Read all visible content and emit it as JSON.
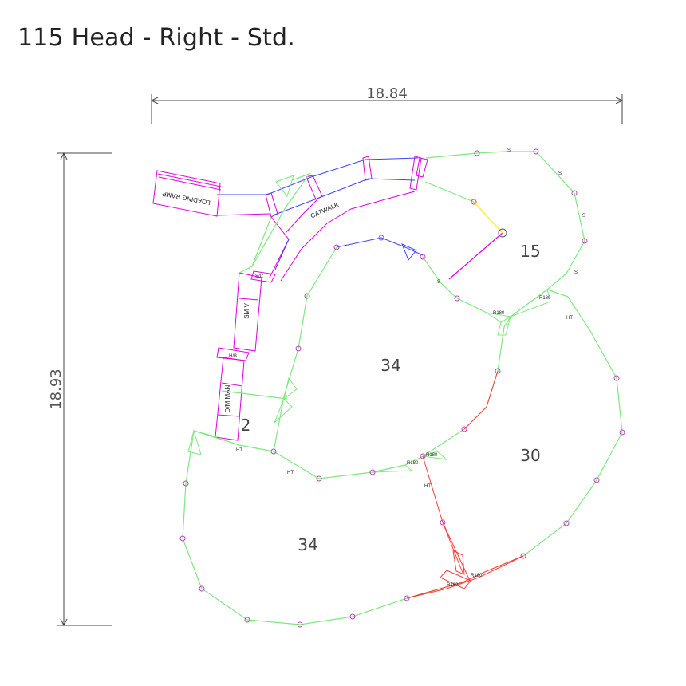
{
  "title": "115 Head - Right - Std.",
  "dimensions": {
    "width": "18.84",
    "height": "18.93"
  },
  "areas": {
    "a15": "15",
    "a34_top": "34",
    "a2": "2",
    "a30": "30",
    "a34_bottom": "34"
  },
  "labels": {
    "loading_ramp": "LOADING RAMP",
    "catwalk": "CATWALK",
    "sm_v": "SM V",
    "dm_man": "D/M MAN",
    "h_b": "H/B",
    "s_c": "S/C",
    "s": "S",
    "ht": "HT",
    "r180": "R180"
  },
  "colors": {
    "fence": "#7de87d",
    "alley": "#e000e0",
    "catwalk": "#4040ff",
    "sort": "#ff3b3b",
    "node": "#c040c0",
    "gate": "#ffee33"
  }
}
